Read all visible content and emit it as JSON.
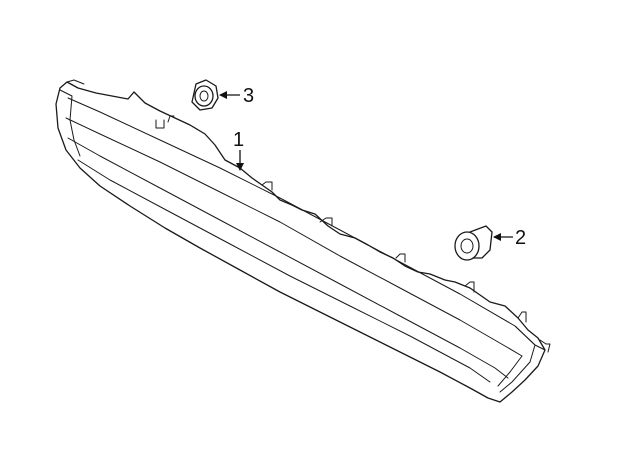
{
  "callouts": {
    "part1": "1",
    "part2": "2",
    "part3": "3"
  },
  "parts": [
    {
      "number": "1",
      "icon": "grille-panel-icon"
    },
    {
      "number": "2",
      "icon": "push-pin-clip-icon"
    },
    {
      "number": "3",
      "icon": "nut-icon"
    }
  ],
  "colors": {
    "line": "#1a1a1a",
    "background": "#ffffff"
  }
}
